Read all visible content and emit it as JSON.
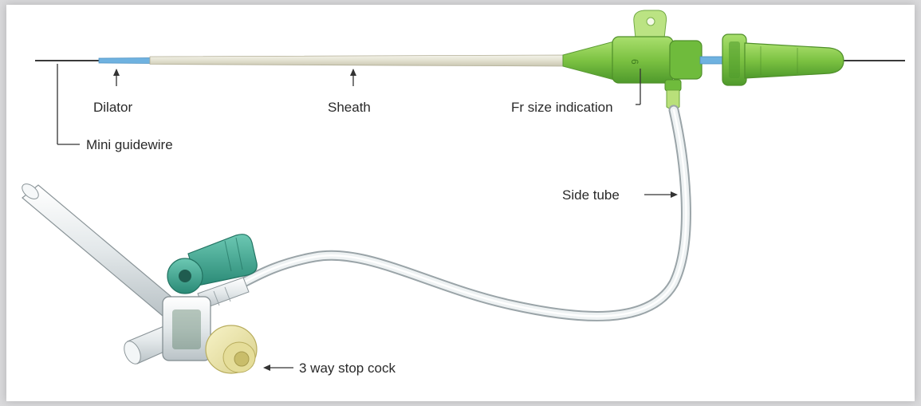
{
  "labels": {
    "dilator": "Dilator",
    "sheath": "Sheath",
    "fr_size": "Fr size indication",
    "mini_guidewire": "Mini guidewire",
    "side_tube": "Side tube",
    "stop_cock": "3 way stop cock"
  },
  "hub_size_mark": "6",
  "colors": {
    "hub_green": "#7cc242",
    "hub_dark_green": "#4f9a2c",
    "sheath_body": "#e6e4d6",
    "dilator_blue": "#6fb2e0",
    "stopcock_teal": "#3aa38f",
    "cap_yellow": "#eee9a6"
  }
}
